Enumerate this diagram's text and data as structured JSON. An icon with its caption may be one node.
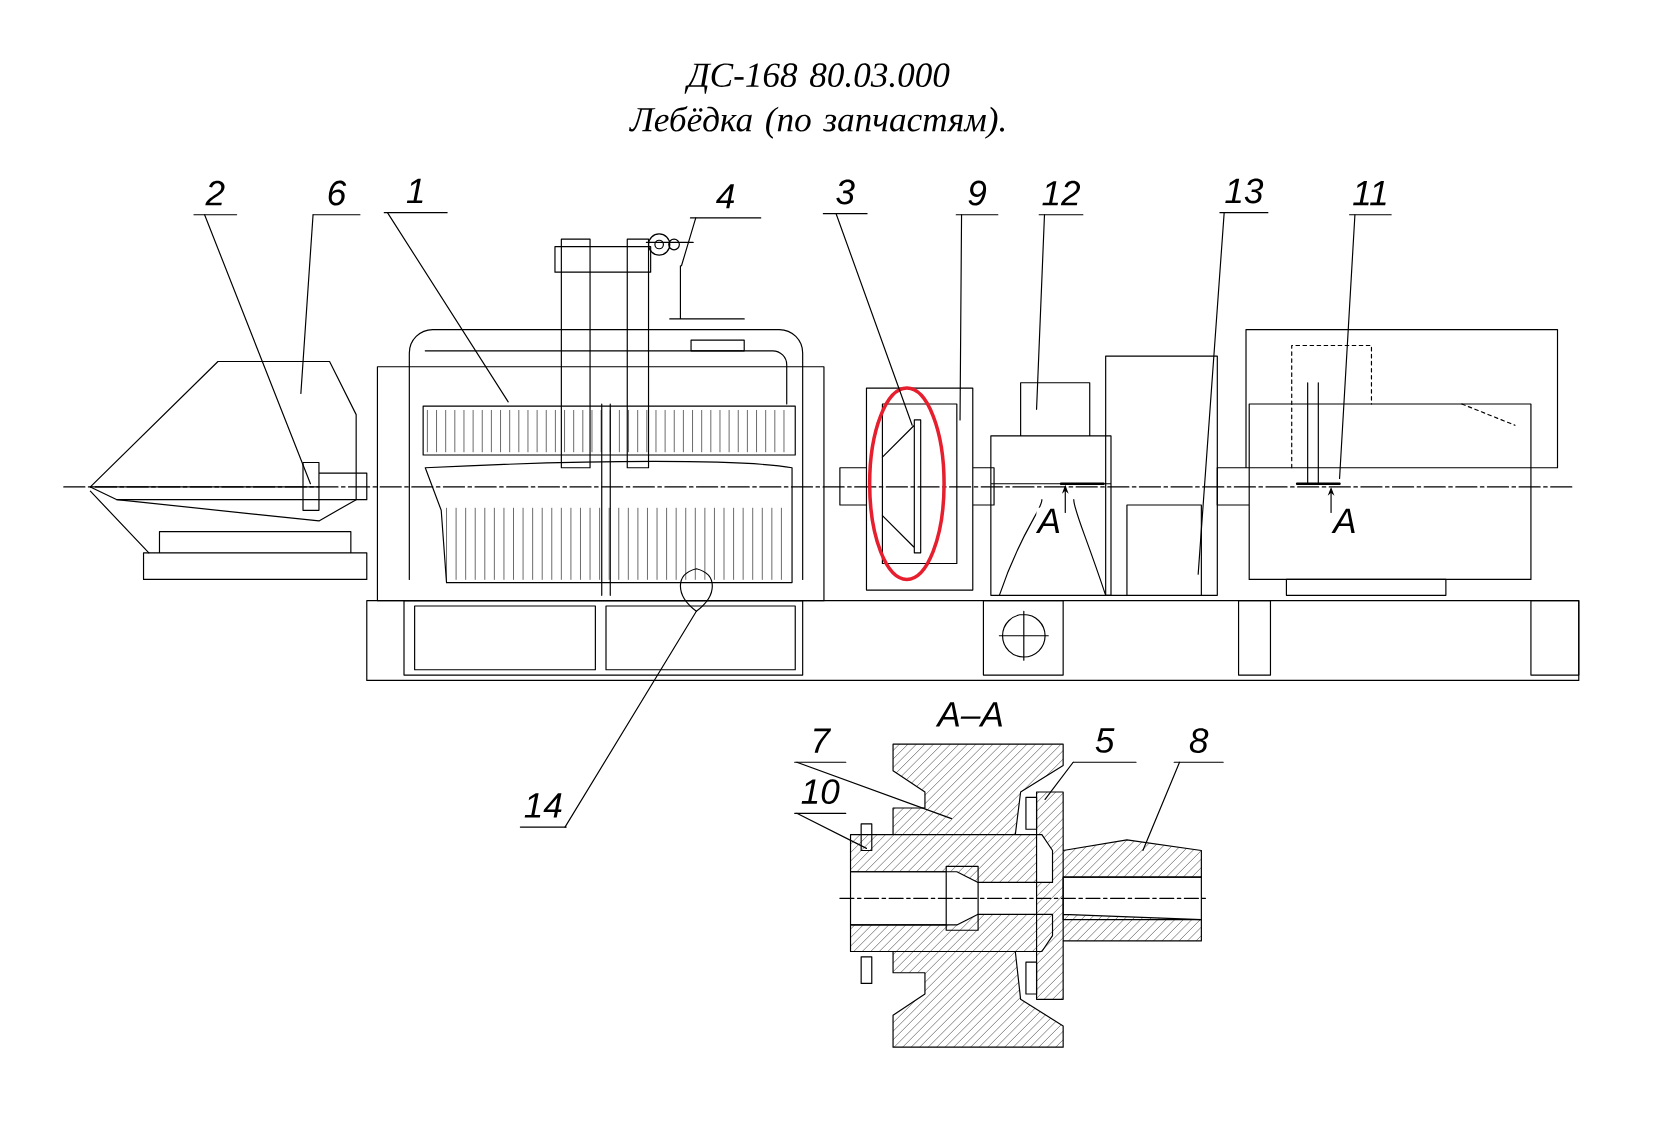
{
  "diagram": {
    "title": "ДС-168 80.03.000 Лебёдка (по запчастям).",
    "nodes": [
      {
        "text": [
          "2"
        ]
      },
      {
        "text": [
          "6"
        ]
      },
      {
        "text": [
          "1"
        ]
      },
      {
        "text": [
          "4"
        ]
      },
      {
        "text": [
          "3"
        ]
      },
      {
        "text": [
          "9"
        ]
      },
      {
        "text": [
          "12"
        ]
      },
      {
        "text": [
          "13"
        ]
      },
      {
        "text": [
          "11"
        ]
      },
      {
        "text": [
          "14"
        ]
      },
      {
        "text": [
          "7"
        ]
      },
      {
        "text": [
          "5"
        ]
      },
      {
        "text": [
          "8"
        ]
      },
      {
        "text": [
          "10"
        ]
      }
    ],
    "edges": [
      {
        "from": 0,
        "to": null,
        "arrow": "none"
      },
      {
        "from": 1,
        "to": null,
        "arrow": "none"
      },
      {
        "from": 2,
        "to": null,
        "arrow": "none"
      },
      {
        "from": 3,
        "to": null,
        "arrow": "none"
      },
      {
        "from": 4,
        "to": null,
        "arrow": "none"
      },
      {
        "from": 5,
        "to": null,
        "arrow": "none"
      },
      {
        "from": 6,
        "to": null,
        "arrow": "none"
      },
      {
        "from": 7,
        "to": null,
        "arrow": "none"
      },
      {
        "from": 8,
        "to": null,
        "arrow": "none"
      },
      {
        "from": 9,
        "to": null,
        "arrow": "none"
      },
      {
        "from": 10,
        "to": null,
        "arrow": "none"
      },
      {
        "from": 11,
        "to": null,
        "arrow": "none"
      },
      {
        "from": 12,
        "to": null,
        "arrow": "none"
      },
      {
        "from": 13,
        "to": null,
        "arrow": "none"
      }
    ],
    "labels": [
      "А",
      "А",
      "А–А"
    ]
  }
}
